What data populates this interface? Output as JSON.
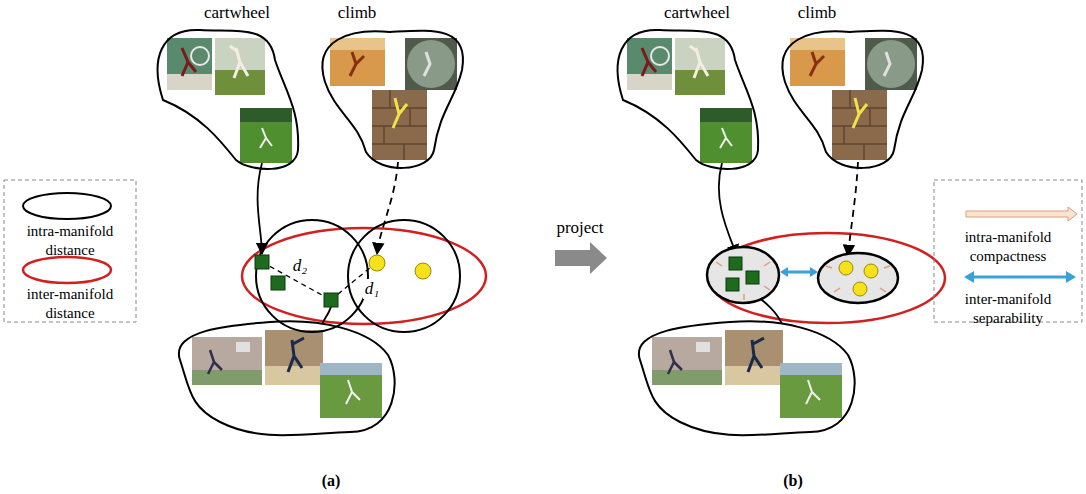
{
  "diagram": {
    "labels": [
      "cartwheel",
      "climb",
      "d₂",
      "d₁",
      "(a)",
      "project",
      "cartwheel",
      "climb",
      "(b)"
    ],
    "legend": [
      {
        "text": "intra-manifold distance"
      },
      {
        "text": "inter-manifold distance"
      },
      {
        "text": "intra-manifold compactness"
      },
      {
        "text": "inter-manifold separability"
      }
    ]
  }
}
